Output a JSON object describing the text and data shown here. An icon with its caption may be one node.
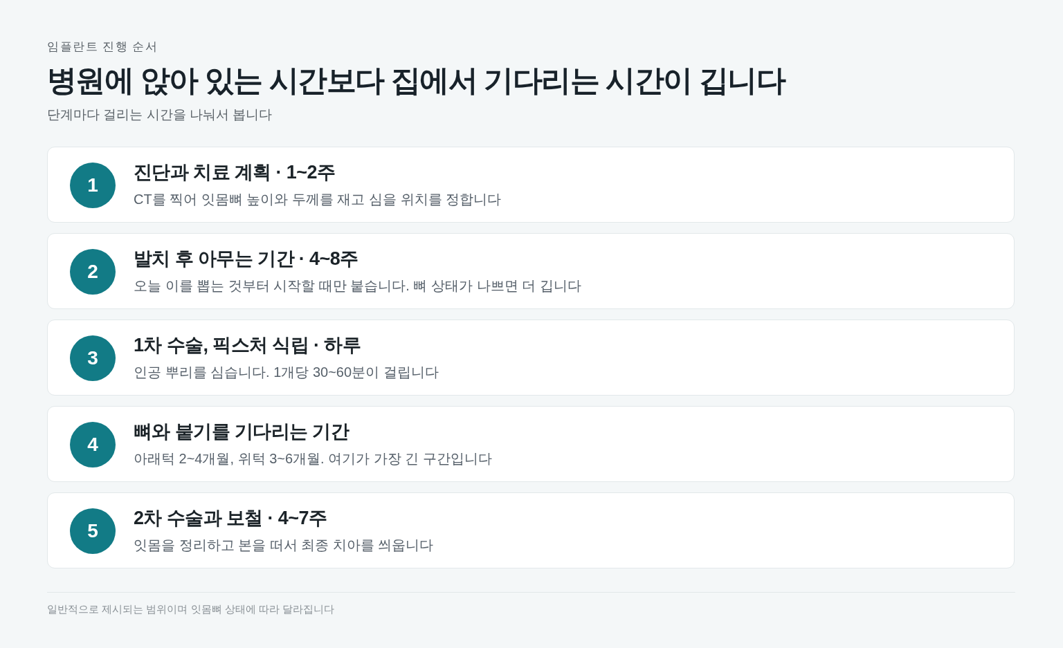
{
  "diagram": {
    "title": "병원에 앉아 있는 시간보다 집에서 기다리는 시간이 깁니다",
    "labels": [
      "임플란트 진행 순서",
      "단계마다 걸리는 시간을 나눠서 봅니다"
    ],
    "nodes": [
      {
        "text": [
          "진단과 치료 계획 · 1~2주",
          "CT를 찍어 잇몸뼈 높이와 두께를 재고 심을 위치를 정합니다"
        ]
      },
      {
        "text": [
          "1"
        ],
        "in": 0
      },
      {
        "text": [
          "발치 후 아무는 기간 · 4~8주",
          "오늘 이를 뽑는 것부터 시작할 때만 붙습니다. 뼈 상태가 나쁘면 더 깁니다"
        ]
      },
      {
        "text": [
          "2"
        ],
        "in": 2
      },
      {
        "text": [
          "1차 수술, 픽스처 식립 · 하루",
          "인공 뿌리를 심습니다. 1개당 30~60분이 걸립니다"
        ]
      },
      {
        "text": [
          "3"
        ],
        "in": 4
      },
      {
        "text": [
          "뼈와 붙기를 기다리는 기간",
          "아래턱 2~4개월, 위턱 3~6개월. 여기가 가장 긴 구간입니다"
        ]
      },
      {
        "text": [
          "4"
        ],
        "in": 6
      },
      {
        "text": [
          "2차 수술과 보철 · 4~7주",
          "잇몸을 정리하고 본을 떠서 최종 치아를 씌웁니다"
        ]
      },
      {
        "text": [
          "5"
        ],
        "in": 8
      }
    ],
    "caption": "일반적으로 제시되는 범위이며 잇몸뼈 상태에 따라 달라집니다"
  }
}
